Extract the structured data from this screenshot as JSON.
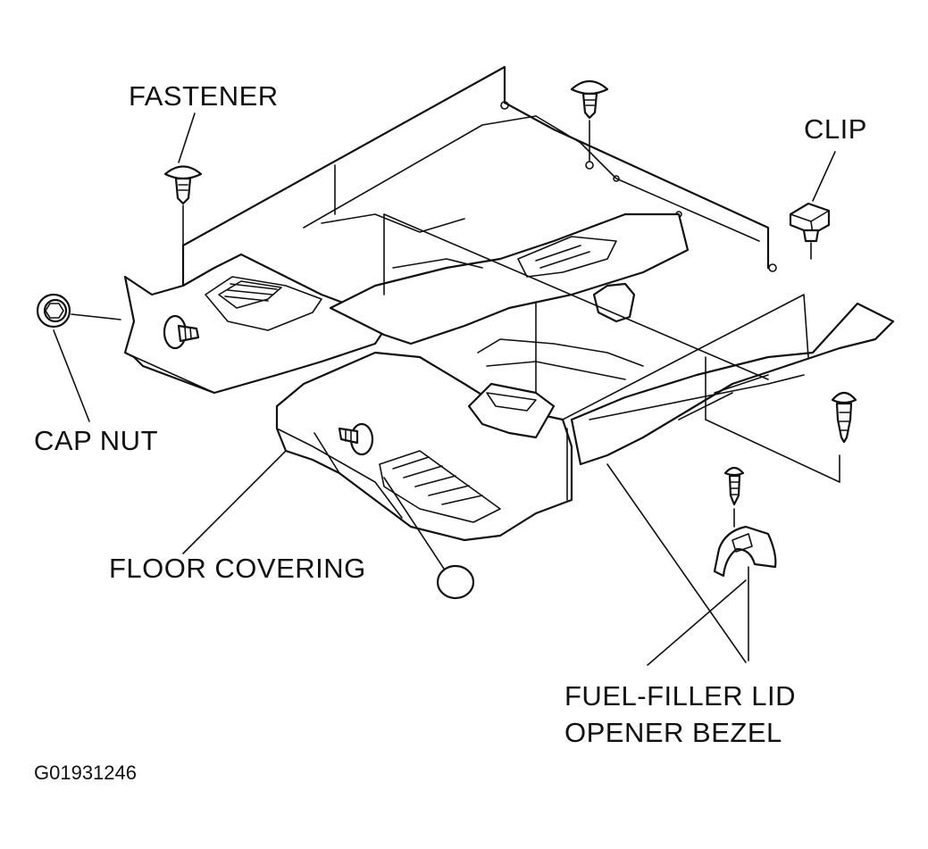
{
  "labels": {
    "fastener": "FASTENER",
    "clip": "CLIP",
    "cap_nut": "CAP NUT",
    "floor_covering": "FLOOR COVERING",
    "fuel_filler_line1": "FUEL-FILLER LID",
    "fuel_filler_line2": "OPENER BEZEL"
  },
  "figure_code": "G01931246",
  "colors": {
    "ink": "#111111",
    "paper": "#ffffff"
  }
}
